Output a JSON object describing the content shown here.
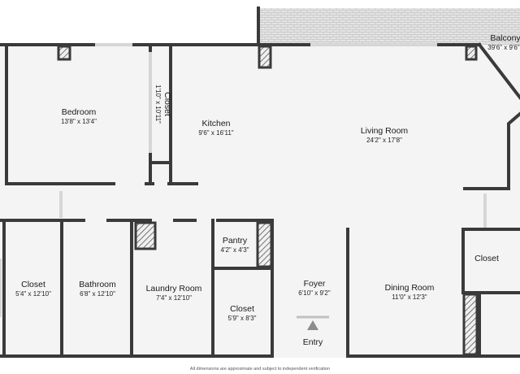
{
  "colors": {
    "wall": "#3a3a3a",
    "floor": "#f4f4f4",
    "balcony_fill": "#e6e6e6",
    "window": "#d8d8d8",
    "entry_marker": "#8c8c8c",
    "background": "#ffffff"
  },
  "rooms": {
    "bedroom": {
      "name": "Bedroom",
      "dim": "13'8\" x 13'4\""
    },
    "closet_bedroom": {
      "name": "Closet",
      "dim": "1'10\" x 10'11\""
    },
    "kitchen": {
      "name": "Kitchen",
      "dim": "9'6\" x 16'11\""
    },
    "living_room": {
      "name": "Living Room",
      "dim": "24'2\" x 17'8\""
    },
    "balcony": {
      "name": "Balcony",
      "dim": "39'6\" x 9'6\""
    },
    "closet_left": {
      "name": "Closet",
      "dim": "5'4\" x 12'10\""
    },
    "bathroom": {
      "name": "Bathroom",
      "dim": "6'8\" x 12'10\""
    },
    "laundry_room": {
      "name": "Laundry Room",
      "dim": "7'4\" x 12'10\""
    },
    "pantry": {
      "name": "Pantry",
      "dim": "4'2\" x 4'3\""
    },
    "closet_hall": {
      "name": "Closet",
      "dim": "5'9\" x 8'3\""
    },
    "foyer": {
      "name": "Foyer",
      "dim": "6'10\" x 9'2\""
    },
    "dining_room": {
      "name": "Dining Room",
      "dim": "11'0\" x 12'3\""
    },
    "closet_right": {
      "name": "Closet",
      "dim": ""
    },
    "entry": {
      "name": "Entry",
      "dim": ""
    }
  },
  "footnote": "All dimensions are approximate and subject to independent verification"
}
